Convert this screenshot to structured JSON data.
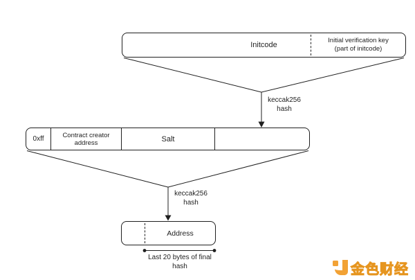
{
  "diagram": {
    "initcode_box": {
      "label": "Initcode",
      "right_label_lines": [
        "Initial verification key",
        "(part of initcode)"
      ]
    },
    "hash_step_1": {
      "lines": [
        "keccak256",
        "hash"
      ]
    },
    "create2_box": {
      "prefix": "0xff",
      "creator": "Contract creator address",
      "salt": "Salt"
    },
    "hash_step_2": {
      "lines": [
        "keccak256",
        "hash"
      ]
    },
    "address_box": {
      "label": "Address"
    },
    "bytes_note": {
      "lines": [
        "Last 20 bytes of final",
        "hash"
      ]
    }
  },
  "branding": {
    "logo_text": "金色财经"
  },
  "colors": {
    "line": "#1f1f1f",
    "brand_orange": "#f2a235"
  }
}
